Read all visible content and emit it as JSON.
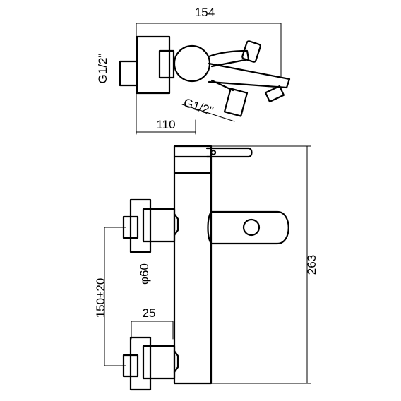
{
  "dimensions": {
    "overall_width": "154",
    "outlet_distance": "110",
    "inlet_thread": "G1/2\"",
    "outlet_thread": "G1/2\"",
    "total_height": "263",
    "inlet_spacing": "150±20",
    "body_diameter": "φ60",
    "inlet_depth": "25"
  }
}
